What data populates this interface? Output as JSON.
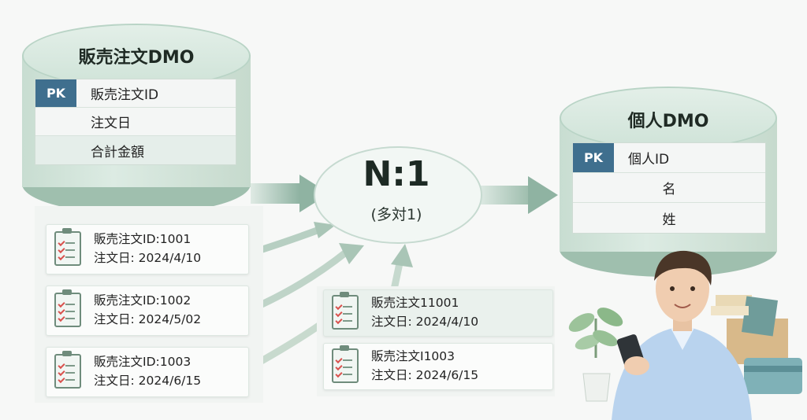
{
  "left_entity": {
    "title": "販売注文DMO",
    "pk_label": "PK",
    "fields": [
      "販売注文ID",
      "注文日",
      "合計金額"
    ]
  },
  "right_entity": {
    "title": "個人DMO",
    "pk_label": "PK",
    "fields": [
      "個人ID",
      "名",
      "姓"
    ]
  },
  "relationship": {
    "ratio": "N:1",
    "subtitle": "(多対1)"
  },
  "left_orders": [
    {
      "id": "販売注文ID:1001",
      "date": "注文日: 2024/4/10"
    },
    {
      "id": "販売注文ID:1002",
      "date": "注文日: 2024/5/02"
    },
    {
      "id": "販売注文ID:1003",
      "date": "注文日: 2024/6/15"
    }
  ],
  "mid_orders": [
    {
      "id": "販売注文11001",
      "date": "注文日: 2024/4/10"
    },
    {
      "id": "販売注文I1003",
      "date": "注文日: 2024/6/15"
    }
  ],
  "colors": {
    "accent": "#3f6f8e",
    "cylinder": "#cfe3d8",
    "arrow": "#8fb3a2"
  }
}
